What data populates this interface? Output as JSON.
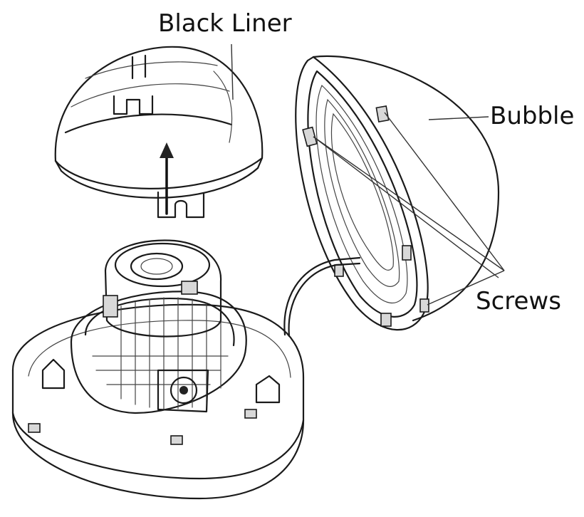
{
  "labels": {
    "black_liner": "Black Liner",
    "bubble": "Bubble",
    "screws": "Screws"
  },
  "colors": {
    "line": "#1a1a1a",
    "text": "#111111",
    "background": "#ffffff"
  }
}
